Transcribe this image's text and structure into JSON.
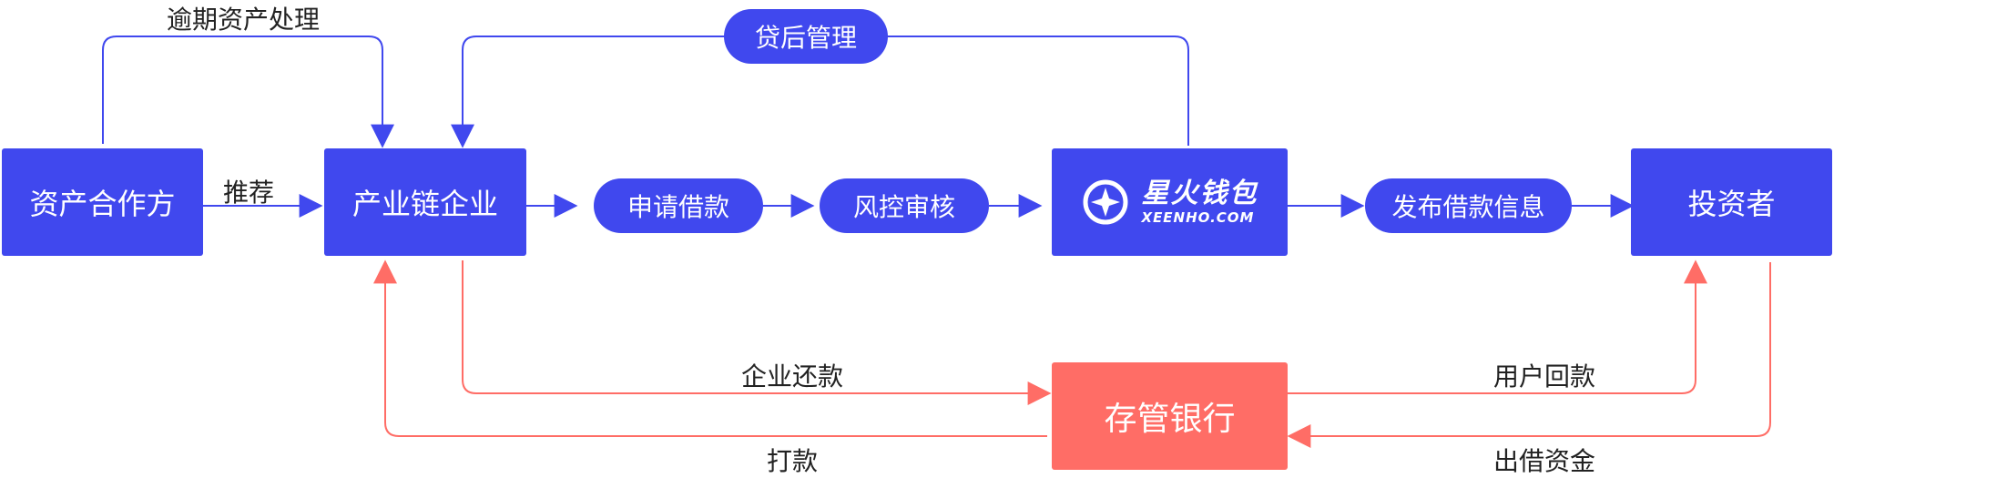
{
  "nodes": {
    "partner": "资产合作方",
    "enterprise": "产业链企业",
    "apply": "申请借款",
    "risk": "风控审核",
    "publish": "发布借款信息",
    "investor": "投资者",
    "bank": "存管银行",
    "post_loan": "贷后管理"
  },
  "logo": {
    "name_cn": "星火钱包",
    "name_en": "XEENHO.COM"
  },
  "edge_labels": {
    "overdue": "逾期资产处理",
    "recommend": "推荐",
    "repay": "企业还款",
    "pay": "打款",
    "user_repay": "用户回款",
    "lend": "出借资金"
  },
  "colors": {
    "blue": "#4048EE",
    "red": "#FF6D66"
  }
}
